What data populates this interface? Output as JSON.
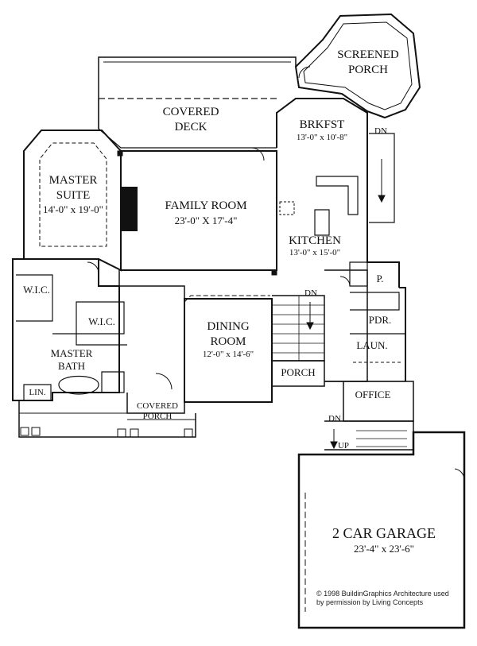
{
  "rooms": {
    "screened_porch": {
      "line1": "SCREENED",
      "line2": "PORCH"
    },
    "covered_deck": {
      "line1": "COVERED",
      "line2": "DECK"
    },
    "brkfst": {
      "name": "BRKFST",
      "size": "13'-0\" x 10'-8\""
    },
    "master_suite": {
      "line1": "MASTER",
      "line2": "SUITE",
      "size": "14'-0\" x 19'-0\""
    },
    "family_room": {
      "name": "FAMILY ROOM",
      "size": "23'-0\" X 17'-4\""
    },
    "kitchen": {
      "name": "KITCHEN",
      "size": "13'-0\" x 15'-0\""
    },
    "wic_1": "W.I.C.",
    "wic_2": "W.I.C.",
    "pantry": "P.",
    "pdr": "PDR.",
    "dining_room": {
      "line1": "DINING",
      "line2": "ROOM",
      "size": "12'-0\" x 14'-6\""
    },
    "laun": "LAUN.",
    "master_bath": {
      "line1": "MASTER",
      "line2": "BATH"
    },
    "porch_small": "PORCH",
    "office": "OFFICE",
    "lin": "LIN.",
    "covered_porch": {
      "line1": "COVERED",
      "line2": "PORCH"
    },
    "garage": {
      "name": "2 CAR GARAGE",
      "size": "23'-4\" x 23'-6\""
    }
  },
  "stairs": {
    "dn_1": "DN",
    "dn_2": "DN",
    "dn_3": "DN",
    "up": "UP"
  },
  "copyright": {
    "line1": "© 1998 BuildinGraphics Architecture used",
    "line2": "by permission by Living Concepts"
  }
}
